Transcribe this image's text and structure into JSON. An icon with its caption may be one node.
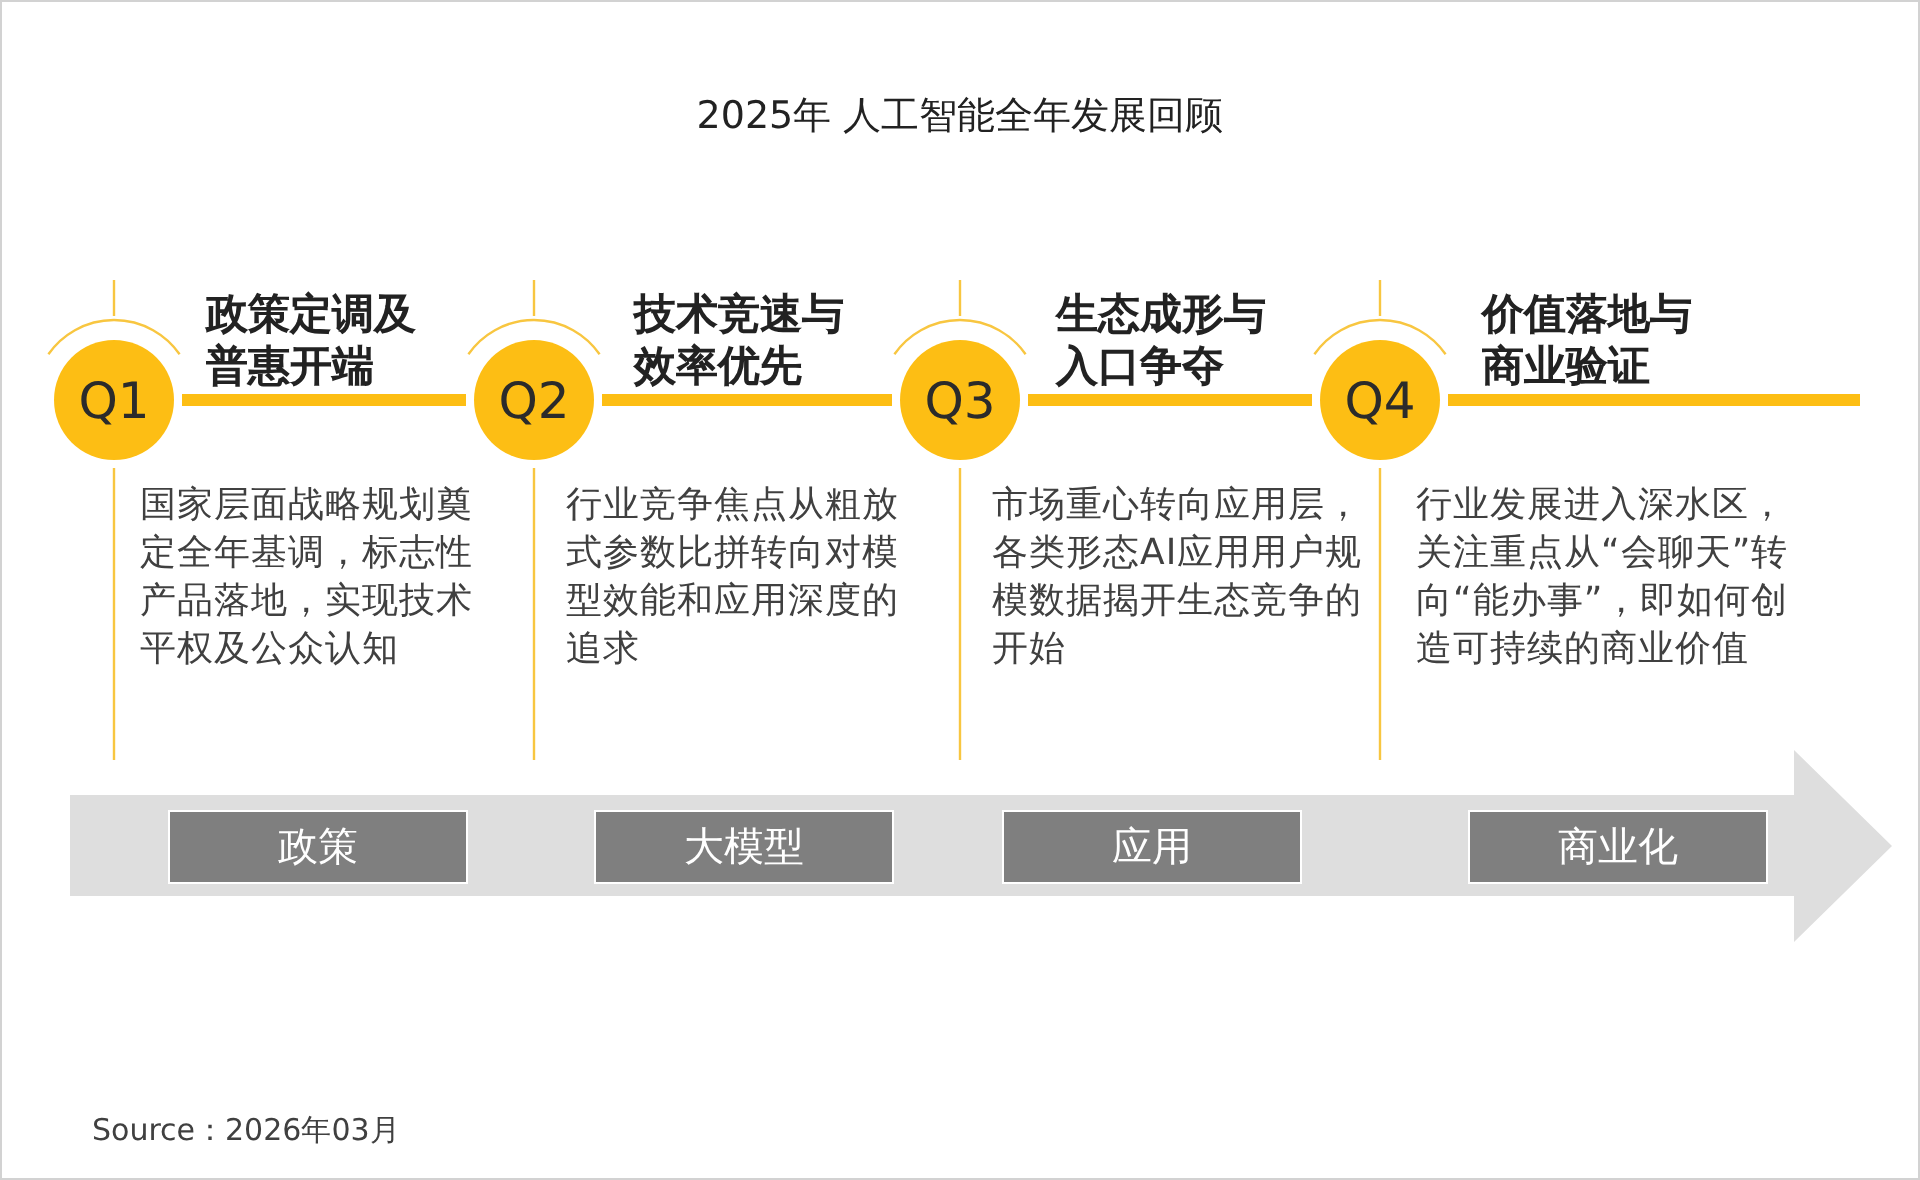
{
  "diagram": {
    "title": "2025年 人工智能全年发展回顾",
    "caption": "Source：2026年03月",
    "nodes": [
      {
        "text": [
          "Q1"
        ],
        "beside": [
          "政策定调及普惠开端",
          "国家层面战略规划奠定全年基调，标志性产品落地，实现技术平权及公众认知"
        ]
      },
      {
        "text": [
          "Q2"
        ],
        "beside": [
          "技术竞速与效率优先",
          "行业竞争焦点从粗放式参数比拼转向对模型效能和应用深度的追求"
        ]
      },
      {
        "text": [
          "Q3"
        ],
        "beside": [
          "生态成形与入口争夺",
          "市场重心转向应用层，各类形态AI应用用户规模数据揭开生态竞争的开始"
        ]
      },
      {
        "text": [
          "Q4"
        ],
        "beside": [
          "价值落地与商业验证",
          "行业发展进入深水区，关注重点从“会聊天”转向“能办事”，即如何创造可持续的商业价值"
        ]
      },
      {
        "text": [],
        "shape": "arrow"
      },
      {
        "text": [
          "政策"
        ],
        "in": 4
      },
      {
        "text": [
          "大模型"
        ],
        "in": 4
      },
      {
        "text": [
          "应用"
        ],
        "in": 4
      },
      {
        "text": [
          "商业化"
        ],
        "in": 4
      }
    ],
    "edges": [
      {
        "from": 0,
        "to": 1,
        "arrow": "none"
      },
      {
        "from": 1,
        "to": 2,
        "arrow": "none"
      },
      {
        "from": 2,
        "to": 3,
        "arrow": "none"
      },
      {
        "from": 3,
        "to": null,
        "arrow": "none"
      }
    ]
  }
}
